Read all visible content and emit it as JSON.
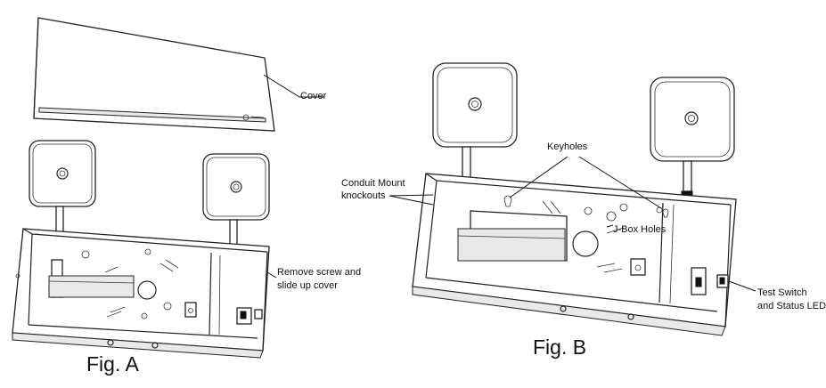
{
  "labels": {
    "cover": "Cover",
    "remove_screw": [
      "Remove screw and",
      "slide up cover"
    ],
    "keyholes": "Keyholes",
    "conduit": [
      "Conduit Mount",
      "knockouts"
    ],
    "jbox": "J-Box Holes",
    "test_switch": [
      "Test Switch",
      "and Status LED"
    ]
  },
  "figures": {
    "a": "Fig. A",
    "b": "Fig. B"
  }
}
